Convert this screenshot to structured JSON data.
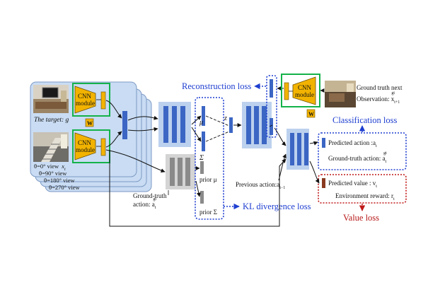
{
  "labels": {
    "target": "The target: g",
    "view0": "θ=0° view",
    "view0_var": "x",
    "view0_sub": "t",
    "view90": "θ=90° view",
    "view180": "θ=180° view",
    "view270": "θ=270° view",
    "cnn_line1": "CNN",
    "cnn_line2": "module",
    "w": "W",
    "mu": "μ",
    "sigma": "Σ",
    "z": "z",
    "prior_mu": "prior μ",
    "prior_sigma": "prior Σ",
    "ground_truth_action_1": "Ground-truth",
    "ground_truth_action_2": "action: a",
    "gt_sub": "t",
    "gt_sup": "gt",
    "previous_action": "Previous action:a",
    "previous_action_sub": "t−1",
    "reconstruction_loss": "Reconstruction loss",
    "classification_loss": "Classification loss",
    "kl_loss": "KL divergence loss",
    "value_loss": "Value loss",
    "gt_next_1": "Ground truth next",
    "gt_next_2": "Observation: x",
    "gt_next_sub": "t+1",
    "gt_next_sup": "gt",
    "predicted_action": "Predicted action :a",
    "predicted_action_sub": "t",
    "gt_action_cls": "Ground-truth action: a",
    "gt_action_cls_sub": "t",
    "gt_action_cls_sup": "gt",
    "predicted_value": "Predicted value : v",
    "predicted_value_sub": "t",
    "env_reward": "Environment reward: r",
    "env_reward_sub": "t"
  },
  "colors": {
    "panel_fill": "#c9dcf3",
    "panel_stroke": "#7d9ac4",
    "feature_blue": "#3c66c4",
    "feature_gray": "#8a8a8a",
    "cnn_yellow": "#f2b300",
    "green_frame": "#14b24a",
    "loss_blue": "#1f3fd0",
    "loss_red": "#c01818"
  },
  "icons": {
    "photo_target": "room-photo",
    "photo_view": "staircase-photo",
    "photo_next": "bedroom-photo"
  }
}
